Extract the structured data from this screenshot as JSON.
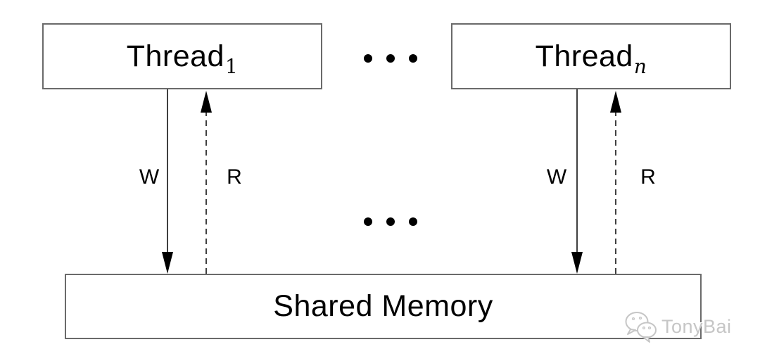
{
  "diagram": {
    "thread1": {
      "base": "Thread",
      "sub": "1"
    },
    "threadn": {
      "base": "Thread",
      "sub": "n"
    },
    "shared_memory": {
      "label": "Shared Memory"
    },
    "edges": {
      "left_write_label": "W",
      "left_read_label": "R",
      "right_write_label": "W",
      "right_read_label": "R"
    },
    "ellipsis": {
      "top": "● ● ●",
      "middle": "● ● ●"
    },
    "colors": {
      "box_border": "#6a6a6a",
      "arrow": "#000000",
      "text": "#000000",
      "watermark": "#c6c6c6",
      "background": "#ffffff"
    }
  },
  "watermark": {
    "text": "TonyBai",
    "icon": "wechat-logo"
  }
}
